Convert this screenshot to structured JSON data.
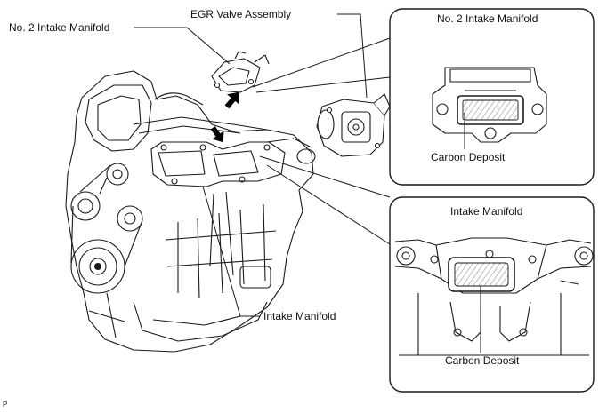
{
  "labels": {
    "no2_intake_manifold": "No. 2 Intake Manifold",
    "egr_valve_assembly": "EGR Valve Assembly",
    "intake_manifold": "Intake Manifold",
    "inset_top_title": "No. 2 Intake Manifold",
    "inset_top_callout": "Carbon Deposit",
    "inset_bottom_title": "Intake Manifold",
    "inset_bottom_callout": "Carbon Deposit",
    "figure_code": "P"
  },
  "icons": {
    "removal_arrow": "black-arrow-icon",
    "location_arrow": "black-arrow-icon"
  }
}
